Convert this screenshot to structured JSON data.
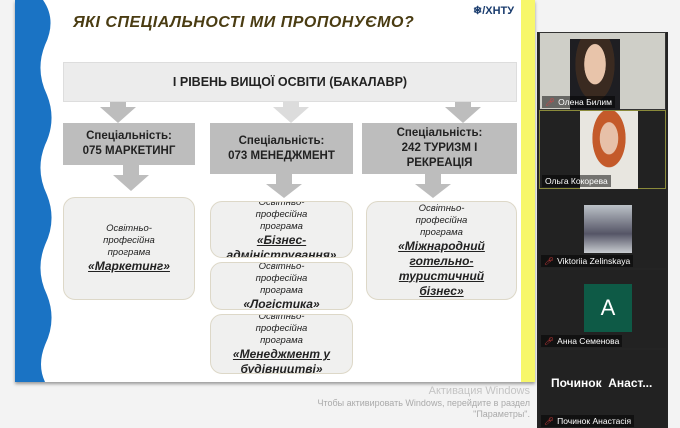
{
  "slide": {
    "title": "ЯКІ СПЕЦІАЛЬНОСТІ МИ ПРОПОНУЄМО?",
    "logo": "ХНТУ",
    "level": "І РІВЕНЬ ВИЩОЇ ОСВІТИ (БАКАЛАВР)",
    "specialties": [
      {
        "label": "Спеціальність:",
        "name": "075 МАРКЕТИНГ"
      },
      {
        "label": "Спеціальність:",
        "name": "073 МЕНЕДЖМЕНТ"
      },
      {
        "label": "Спеціальність:",
        "name": "242 ТУРИЗМ І РЕКРЕАЦІЯ"
      }
    ],
    "program_label": "Освітньо-професійна програма",
    "programs": [
      "«Маркетинг»",
      "«Бізнес-адміністрування»",
      "«Логістика»",
      "«Менеджмент у будівництві»",
      "«Міжнародний готельно-туристичний бізнес»"
    ]
  },
  "participants": [
    {
      "name": "Олена Билим",
      "muted": true
    },
    {
      "name": "Ольга Кокорева",
      "muted": false
    },
    {
      "name": "Viktoriia Zelinskaya",
      "muted": true
    },
    {
      "name": "Анна Семенова",
      "muted": true,
      "initial": "A"
    },
    {
      "name": "Починок Анастасія",
      "muted": true,
      "display": "Починок  Анаст..."
    }
  ],
  "watermark": {
    "title": "Активация Windows",
    "line1": "Чтобы активировать Windows, перейдите в раздел",
    "line2": "\"Параметры\"."
  },
  "colors": {
    "avatar": "#0e5a46",
    "wave": "#1a73c4",
    "yellow": "#f7f76a"
  }
}
